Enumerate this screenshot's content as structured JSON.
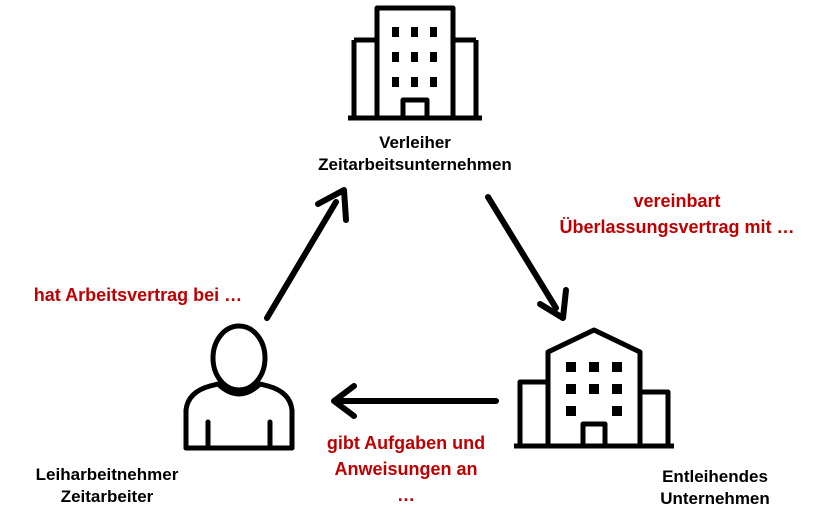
{
  "colors": {
    "stroke": "#000000",
    "relation_text": "#c00000",
    "background": "#ffffff"
  },
  "nodes": {
    "lender": {
      "icon": "office-tower-icon",
      "line1": "Verleiher",
      "line2": "Zeitarbeitsunternehmen"
    },
    "borrower": {
      "icon": "company-building-icon",
      "line1": "Entleihendes",
      "line2": "Unternehmen"
    },
    "worker": {
      "icon": "person-icon",
      "line1": "Leiharbeitnehmer",
      "line2": "Zeitarbeiter"
    }
  },
  "relations": {
    "worker_to_lender": {
      "line1": "hat Arbeitsvertrag bei …"
    },
    "lender_to_borrower": {
      "line1": "vereinbart",
      "line2": "Überlassungsvertrag mit …"
    },
    "borrower_to_worker": {
      "line1": "gibt Aufgaben und",
      "line2": "Anweisungen an",
      "line3": "…"
    }
  }
}
